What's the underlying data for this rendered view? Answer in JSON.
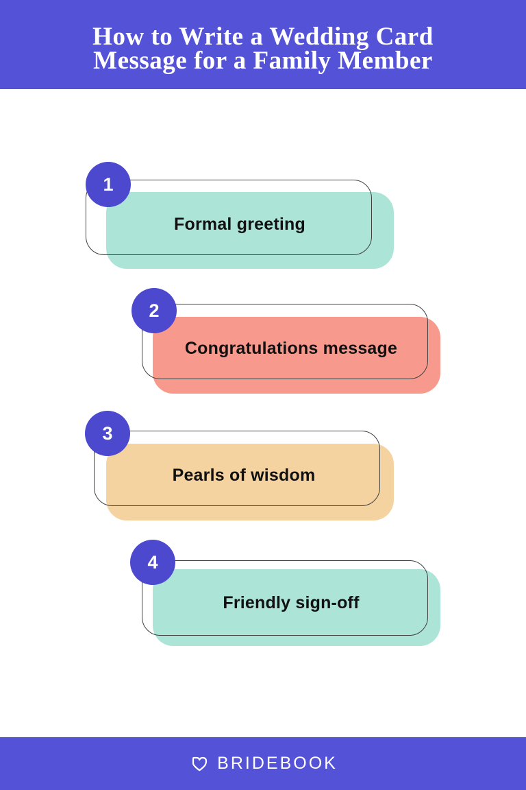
{
  "page": {
    "bg_color": "#ffffff"
  },
  "header": {
    "title_line1": "How to Write a Wedding Card",
    "title_line2": "Message for a Family Member",
    "bg_color": "#5453d8",
    "text_color": "#ffffff"
  },
  "steps": [
    {
      "number": "1",
      "label": "Formal greeting",
      "fill_color": "#ade4d8"
    },
    {
      "number": "2",
      "label": "Congratulations message",
      "fill_color": "#f8998e"
    },
    {
      "number": "3",
      "label": "Pearls of wisdom",
      "fill_color": "#f5d3a1"
    },
    {
      "number": "4",
      "label": "Friendly sign-off",
      "fill_color": "#ade4d8"
    }
  ],
  "style": {
    "badge_color": "#4c49ce",
    "badge_text_color": "#ffffff",
    "outline_color": "#3f3f3f",
    "label_color": "#111111"
  },
  "footer": {
    "brand": "BRIDEBOOK",
    "logo": "heart-icon",
    "bg_color": "#5453d8",
    "text_color": "#ffffff"
  }
}
